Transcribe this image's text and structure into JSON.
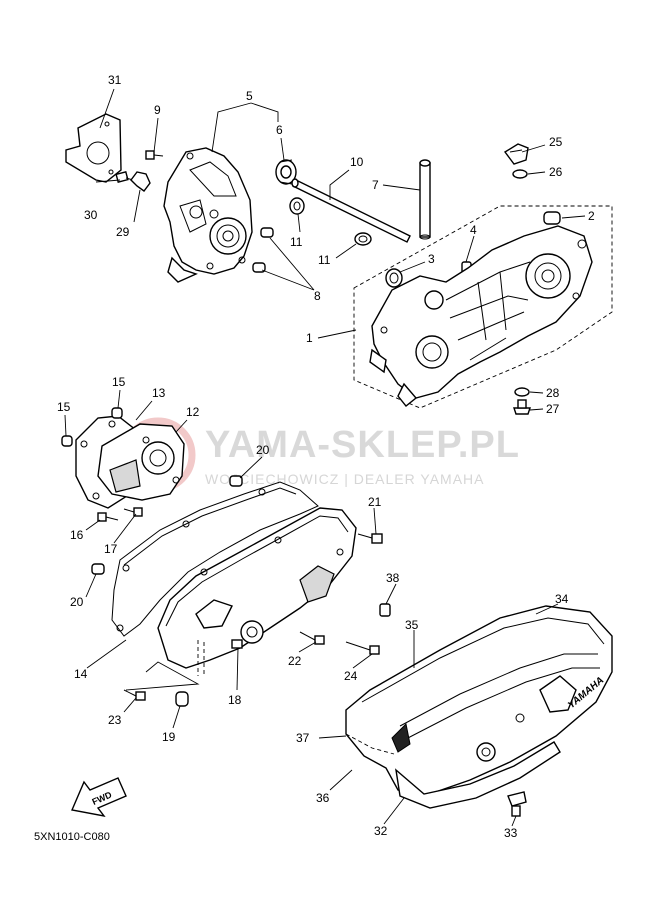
{
  "watermark": {
    "title": "YAMA-SKLEP.PL",
    "subtitle": "WOJCIECHOWICZ | DEALER YAMAHA"
  },
  "diagram_code": "5XN1010-C080",
  "fwd_label": "FWD",
  "cover_brand": "YAMAHA",
  "callouts": {
    "c1": "1",
    "c2": "2",
    "c3": "3",
    "c4": "4",
    "c5": "5",
    "c6": "6",
    "c7": "7",
    "c8": "8",
    "c9": "9",
    "c10": "10",
    "c11a": "11",
    "c11b": "11",
    "c12": "12",
    "c13": "13",
    "c14": "14",
    "c15a": "15",
    "c15b": "15",
    "c16": "16",
    "c17": "17",
    "c18": "18",
    "c19": "19",
    "c20a": "20",
    "c20b": "20",
    "c21": "21",
    "c22": "22",
    "c23": "23",
    "c24": "24",
    "c25": "25",
    "c26": "26",
    "c27": "27",
    "c28": "28",
    "c29": "29",
    "c30": "30",
    "c31": "31",
    "c32": "32",
    "c33": "33",
    "c34": "34",
    "c35": "35",
    "c36": "36",
    "c37": "37",
    "c38": "38"
  }
}
